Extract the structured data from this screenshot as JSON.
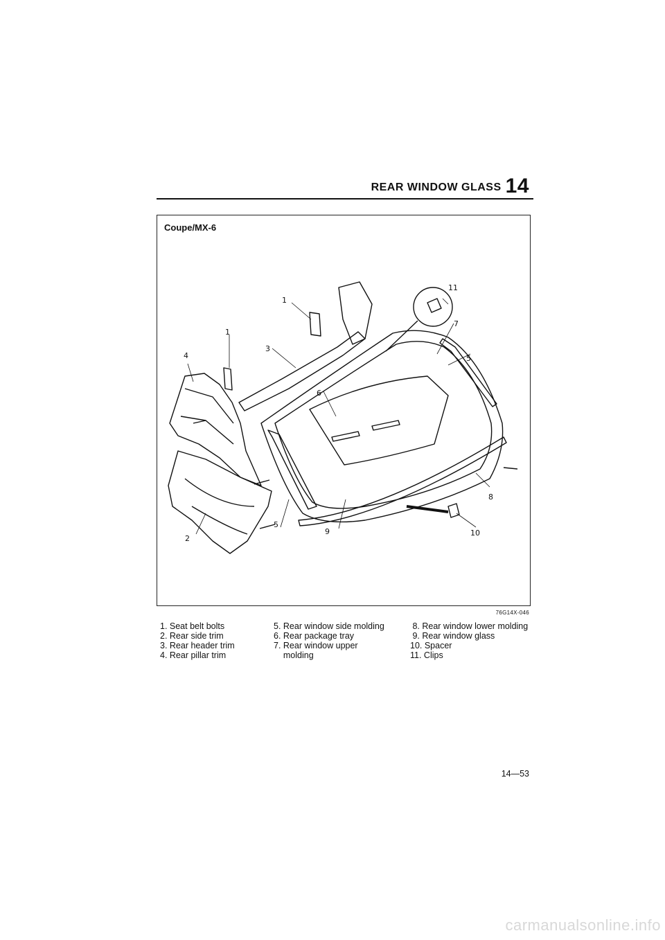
{
  "header": {
    "section_title": "REAR WINDOW GLASS",
    "section_number": "14"
  },
  "figure": {
    "label": "Coupe/MX-6",
    "code": "76G14X-046",
    "callouts": [
      "1",
      "1",
      "2",
      "3",
      "4",
      "5",
      "5",
      "6",
      "7",
      "8",
      "9",
      "10",
      "11"
    ]
  },
  "legend": {
    "col1": [
      "1. Seat belt bolts",
      "2. Rear side trim",
      "3. Rear header trim",
      "4. Rear pillar trim"
    ],
    "col2": [
      "5. Rear window side molding",
      "6. Rear package tray",
      "7. Rear window upper",
      "    molding"
    ],
    "col3": [
      " 8. Rear window lower molding",
      " 9. Rear window glass",
      "10. Spacer",
      "11. Clips"
    ]
  },
  "page_number": "14—53",
  "watermark": "carmanualsonline.info"
}
